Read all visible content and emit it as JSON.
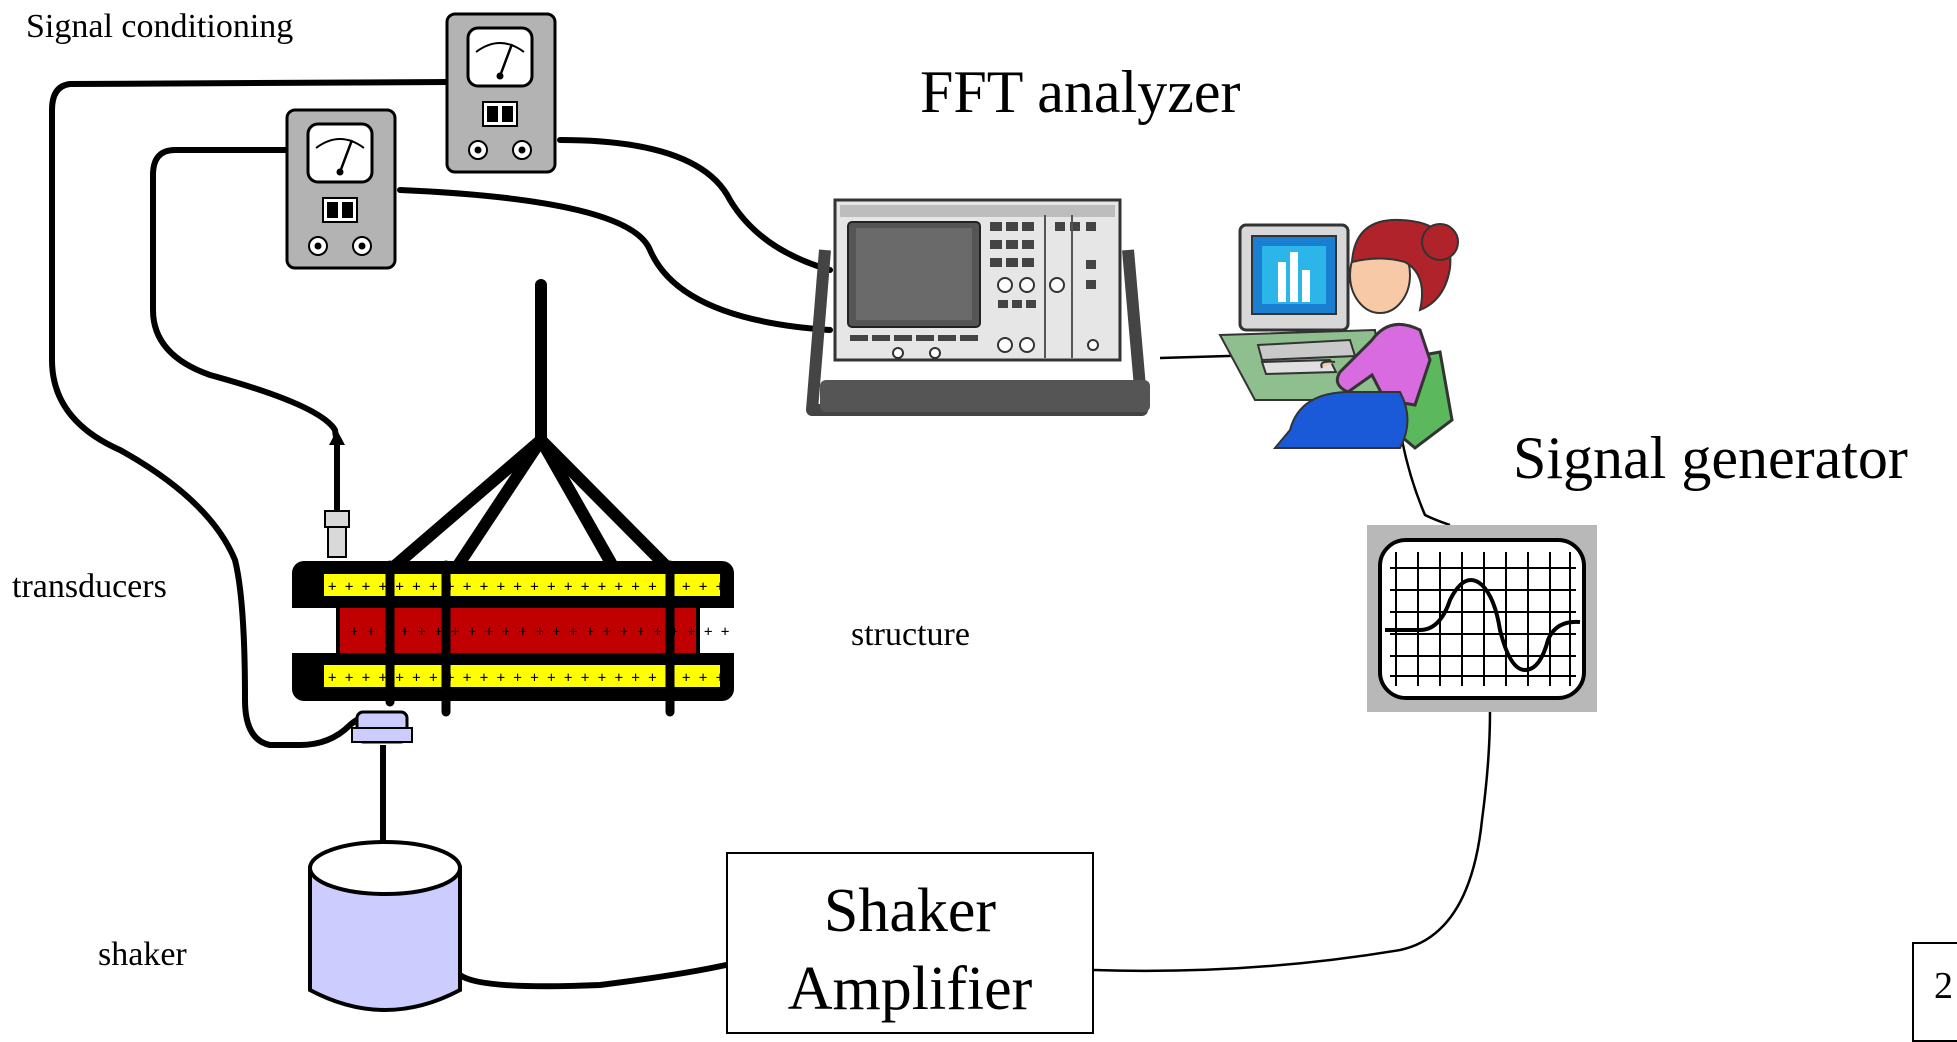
{
  "labels": {
    "signal_conditioning": "Signal conditioning",
    "fft_analyzer": "FFT analyzer",
    "signal_generator": "Signal generator",
    "transducers": "transducers",
    "structure": "structure",
    "shaker": "shaker"
  },
  "shaker_amplifier": {
    "line1": "Shaker",
    "line2": "Amplifier"
  },
  "page_number": "2",
  "icons": [
    "meter-icon",
    "fft-analyzer-icon",
    "computer-user-icon",
    "signal-generator-scope-icon",
    "shaker-icon",
    "structure-beam-icon",
    "transducer-icon"
  ],
  "colors": {
    "beam_outer": "#000000",
    "beam_yellow": "#ffff00",
    "beam_red": "#c00000",
    "shaker_fill": "#ccccff",
    "meter_gray": "#b3b3b3",
    "scope_gray": "#b8b8b8"
  }
}
